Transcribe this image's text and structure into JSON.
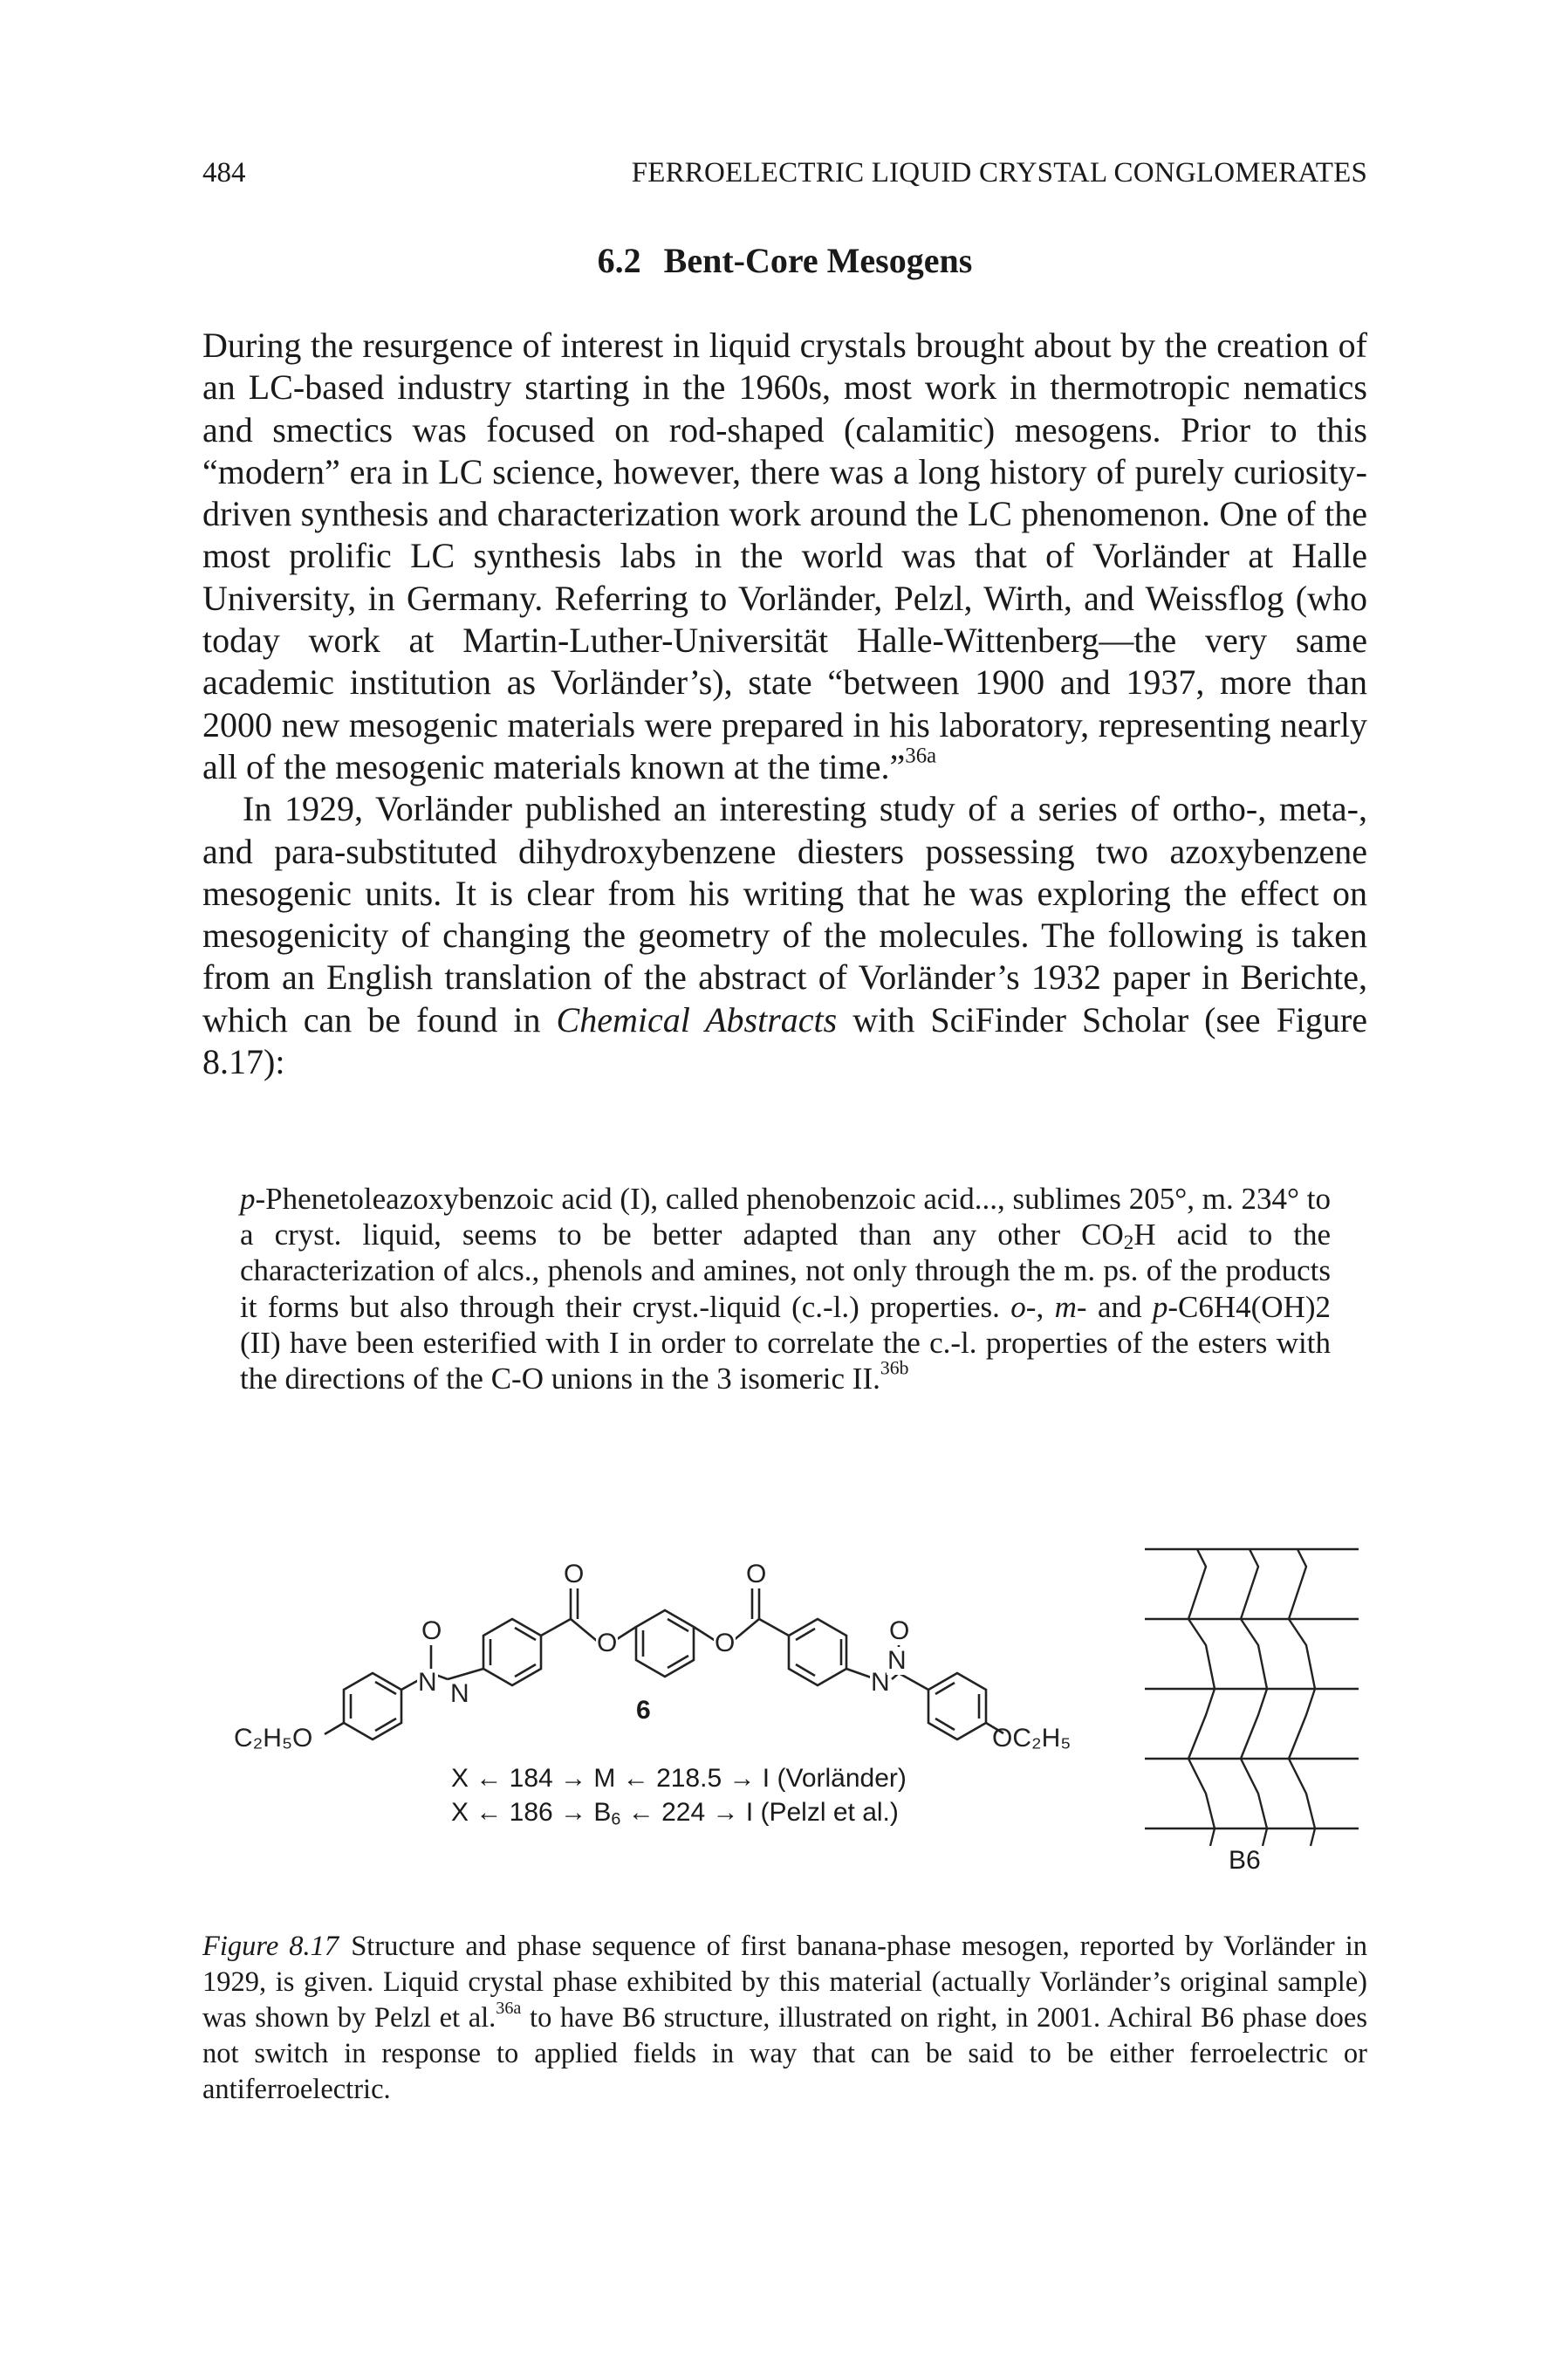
{
  "header": {
    "page_number": "484",
    "running_title": "FERROELECTRIC LIQUID CRYSTAL CONGLOMERATES"
  },
  "section": {
    "number": "6.2",
    "title": "Bent-Core Mesogens"
  },
  "paragraph1": {
    "text": "During the resurgence of interest in liquid crystals brought about by the creation of an LC-based industry starting in the 1960s, most work in thermotropic nematics and smectics was focused on rod-shaped (calamitic) mesogens. Prior to this “modern” era in LC science, however, there was a long history of purely curiosity-driven synthesis and characterization work around the LC phenomenon. One of the most prolific LC synthesis labs in the world was that of Vorländer at Halle University, in Germany. Referring to Vorländer, Pelzl, Wirth, and Weissflog (who today work at Martin-Luther-Universität Halle-Wittenberg—the very same academic institution as Vorländer’s), state “between 1900 and 1937, more than 2000 new mesogenic materials were prepared in his laboratory, representing nearly all of the mesogenic materials known at the time.”",
    "ref": "36a"
  },
  "paragraph2": {
    "before_italic": "In 1929, Vorländer published an interesting study of a series of ortho-, meta-, and para-substituted dihydroxybenzene diesters possessing two azoxybenzene mesogenic units. It is clear from his writing that he was exploring the effect on mesogenicity of changing the geometry of the molecules. The following is taken from an English translation of the abstract of Vorländer’s 1932 paper in Berichte, which can be found in ",
    "italic": "Chemical Abstracts",
    "after_italic": " with SciFinder Scholar (see Figure 8.17):"
  },
  "quote": {
    "p_prefix": "p",
    "line1_rest": "-Phenetoleazoxybenzoic acid (I), called phenobenzoic acid..., sublimes 205°, m. 234° to a cryst. liquid, seems to be better adapted than any other CO",
    "co2h_sub": "2",
    "line2_rest": "H acid to the characterization of alcs., phenols and amines, not only through the m. ps. of the products it forms but also through their cryst.-liquid (c.-l.) properties. ",
    "o_prefix": "o",
    "o_rest": "-, ",
    "m_prefix": "m",
    "m_rest": "- and ",
    "p2_prefix": "p",
    "tail": "-C6H4(OH)2 (II) have been esterified with I in order to correlate the c.-l. properties of the esters with the directions of the C-O unions in the 3 isomeric II.",
    "ref": "36b"
  },
  "figure": {
    "compound_number": "6",
    "left_group": "C₂H₅O",
    "right_group": "OC₂H₅",
    "atom_o": "O",
    "atom_n": "N",
    "phase_vorlaender": "X ← 184 → M ← 218.5 → I (Vorländer)",
    "phase_pelzl_pre": "X ← 186 → B",
    "phase_pelzl_sub": "6",
    "phase_pelzl_post": " ← 224 → I (Pelzl et al.)",
    "b6_label": "B6"
  },
  "caption": {
    "label": "Figure 8.17",
    "text_before_ref": "Structure and phase sequence of first banana-phase mesogen, reported by Vorländer in 1929, is given. Liquid crystal phase exhibited by this material (actually Vorländer’s original sample) was shown by Pelzl et al.",
    "ref": "36a",
    "text_after_ref": " to have B6 structure, illustrated on right, in 2001. Achiral B6 phase does not switch in response to applied fields in way that can be said to be either ferroelectric or antiferroelectric."
  }
}
